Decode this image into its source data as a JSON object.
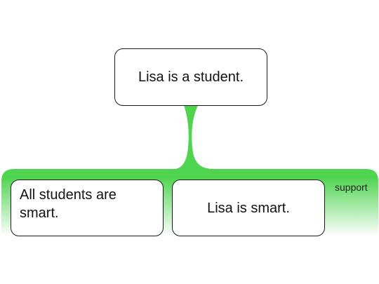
{
  "diagram": {
    "claim": {
      "text": "Lisa is a student."
    },
    "premises": [
      {
        "text": "All students are smart."
      },
      {
        "text": "Lisa is smart."
      }
    ],
    "support_label": "support",
    "colors": {
      "support_green": "#4fd44f",
      "support_fade": "#ffffff",
      "box_border": "#1a1a1a",
      "text": "#111111"
    }
  }
}
